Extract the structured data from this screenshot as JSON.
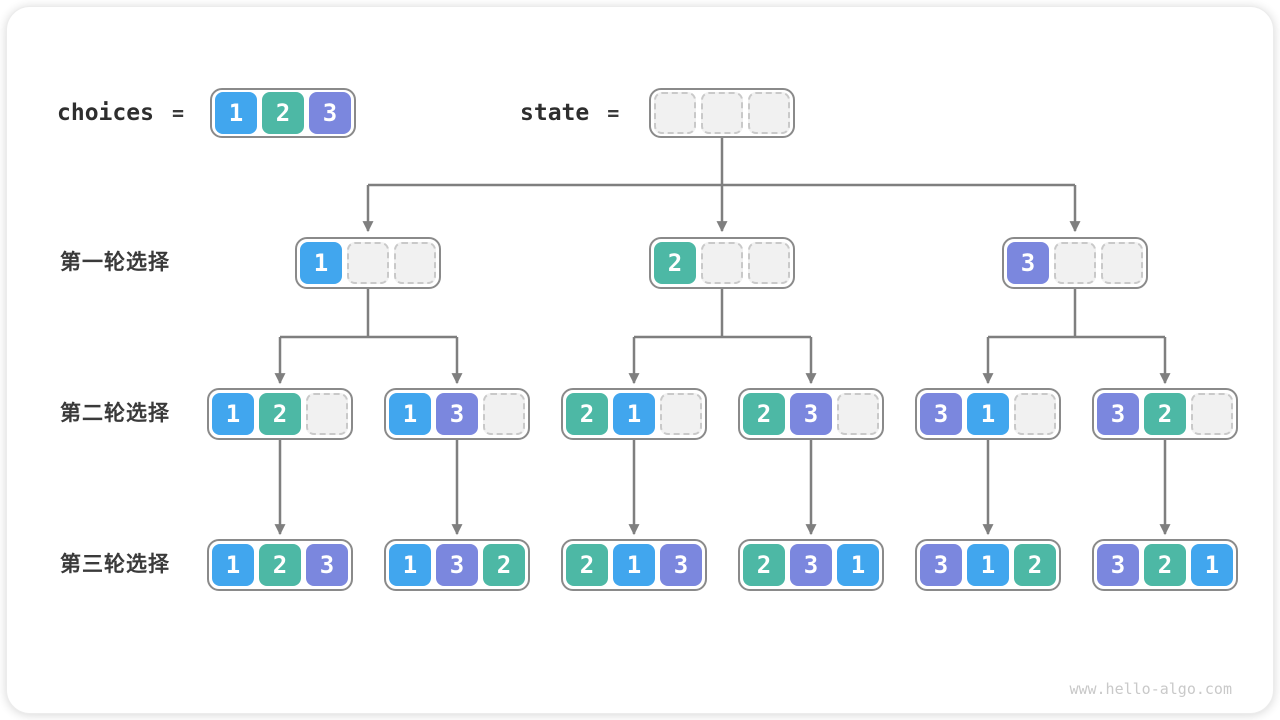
{
  "palette": {
    "1": "#41a6ee",
    "2": "#4db8a5",
    "3": "#7b87de",
    "empty_fill": "#f1f1f1",
    "empty_border": "#c9c9c9",
    "container_border": "#8a8a8a",
    "connector": "#7f7f7f",
    "label_text": "#3a3a3a",
    "cell_text": "#ffffff",
    "watermark_color": "#c9c9c9"
  },
  "header": {
    "choices_label": "choices",
    "equals": "=",
    "choices": [
      1,
      2,
      3
    ],
    "state_label": "state",
    "state": [
      null,
      null,
      null
    ]
  },
  "tree": {
    "rows": [
      {
        "label": "第一轮选择",
        "nodes": [
          [
            1,
            null,
            null
          ],
          [
            2,
            null,
            null
          ],
          [
            3,
            null,
            null
          ]
        ]
      },
      {
        "label": "第二轮选择",
        "nodes": [
          [
            1,
            2,
            null
          ],
          [
            1,
            3,
            null
          ],
          [
            2,
            1,
            null
          ],
          [
            2,
            3,
            null
          ],
          [
            3,
            1,
            null
          ],
          [
            3,
            2,
            null
          ]
        ]
      },
      {
        "label": "第三轮选择",
        "nodes": [
          [
            1,
            2,
            3
          ],
          [
            1,
            3,
            2
          ],
          [
            2,
            1,
            3
          ],
          [
            2,
            3,
            1
          ],
          [
            3,
            1,
            2
          ],
          [
            3,
            2,
            1
          ]
        ]
      }
    ]
  },
  "watermark": "www.hello-algo.com"
}
